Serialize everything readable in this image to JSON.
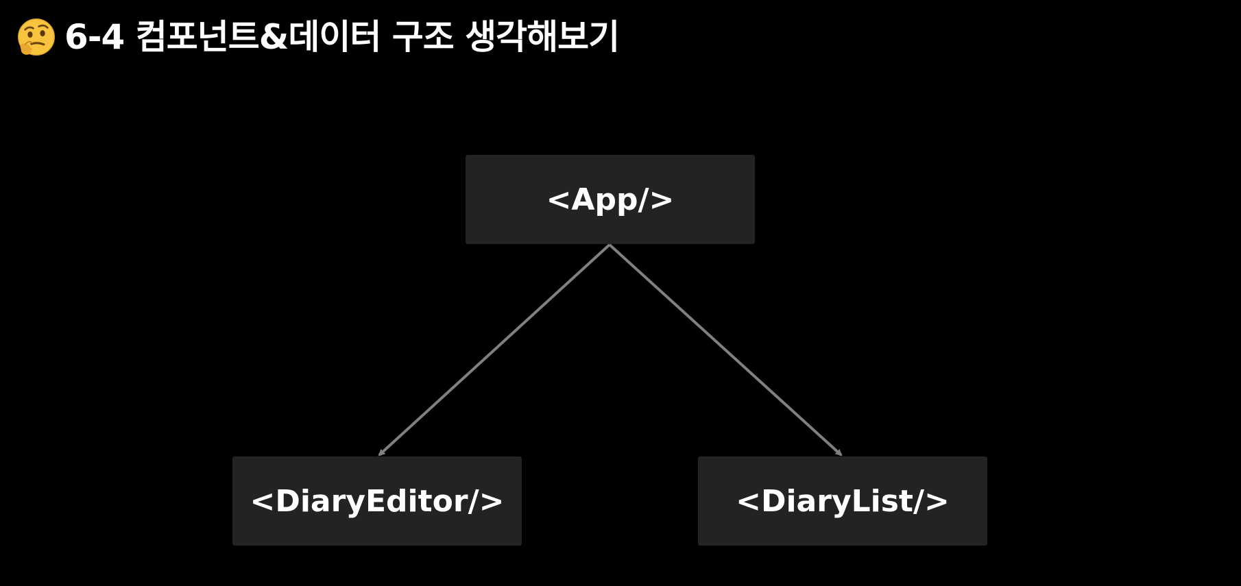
{
  "title": "6-4 컴포넌트&데이터 구조 생각해보기",
  "title_icon": "thinking-face-emoji",
  "colors": {
    "background": "#000000",
    "node_fill": "#232323",
    "edge": "#808080",
    "text": "#ffffff"
  },
  "nodes": {
    "app": "<App/>",
    "diary_editor": "<DiaryEditor/>",
    "diary_list": "<DiaryList/>"
  },
  "edges": [
    {
      "from": "app",
      "to": "diary_editor"
    },
    {
      "from": "app",
      "to": "diary_list"
    }
  ]
}
